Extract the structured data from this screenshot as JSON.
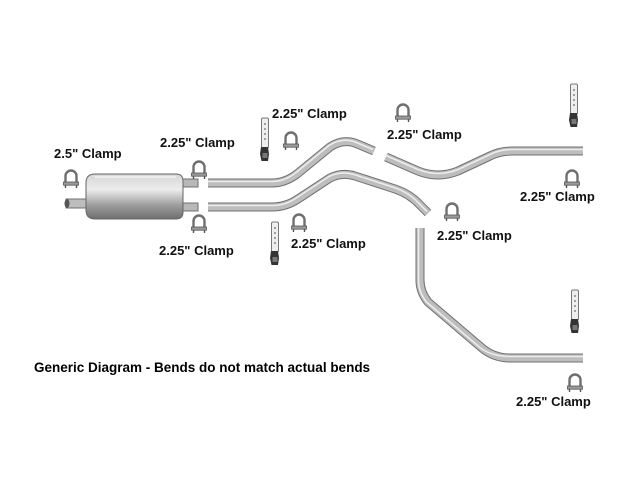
{
  "colors": {
    "pipe_body": "#b4b4b4",
    "pipe_highlight": "#e6e6e6",
    "pipe_shadow": "#6f6f6f",
    "muffler_body": "#a8a8a8",
    "hardware": "#888888",
    "text": "#111111"
  },
  "clamps": {
    "muffler_inlet": "2.5\" Clamp",
    "muffler_outlet_upper": "2.25\" Clamp",
    "upper_pipe_joint": "2.25\" Clamp",
    "upper_crossover": "2.25\" Clamp",
    "upper_tailpipe": "2.25\" Clamp",
    "muffler_outlet_lower": "2.25\" Clamp",
    "lower_pipe_joint": "2.25\" Clamp",
    "lower_crossover": "2.25\" Clamp",
    "lower_tailpipe": "2.25\" Clamp"
  },
  "note": "Generic Diagram - Bends do not match actual bends",
  "icons": {
    "muffler": "muffler-icon",
    "clamp": "u-bolt-clamp-icon",
    "hanger": "exhaust-hanger-icon"
  }
}
